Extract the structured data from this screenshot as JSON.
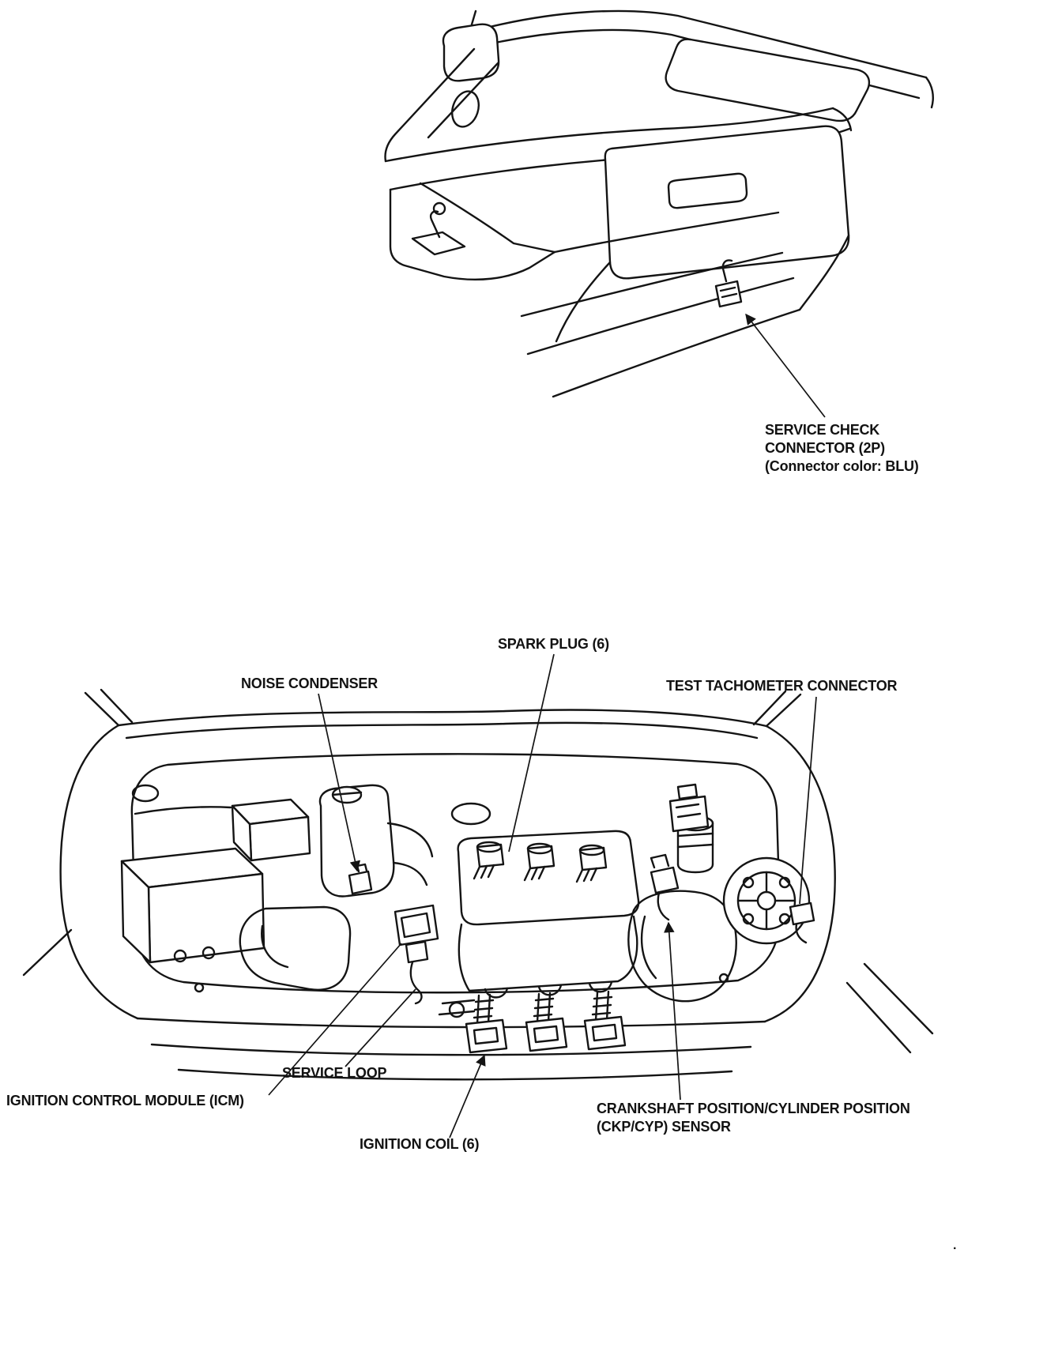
{
  "document": {
    "kind": "service-manual component location diagram",
    "background_color": "#ffffff",
    "line_color": "#141414",
    "text_color": "#121212"
  },
  "interior_figure": {
    "name": "dashboard interior view (glove box area)",
    "service_check_connector": {
      "line1": "SERVICE CHECK",
      "line2": "CONNECTOR (2P)",
      "line3": "(Connector color: BLU)"
    }
  },
  "engine_figure": {
    "name": "engine compartment top view",
    "spark_plug": "SPARK PLUG (6)",
    "noise_condenser": "NOISE CONDENSER",
    "test_tachometer_connector": "TEST TACHOMETER CONNECTOR",
    "service_loop": "SERVICE LOOP",
    "ignition_control_module": "IGNITION CONTROL MODULE (ICM)",
    "crankshaft_sensor_line1": "CRANKSHAFT POSITION/CYLINDER POSITION",
    "crankshaft_sensor_line2": "(CKP/CYP) SENSOR",
    "ignition_coil": "IGNITION COIL (6)"
  },
  "artifacts": {
    "stray_mark": "."
  }
}
